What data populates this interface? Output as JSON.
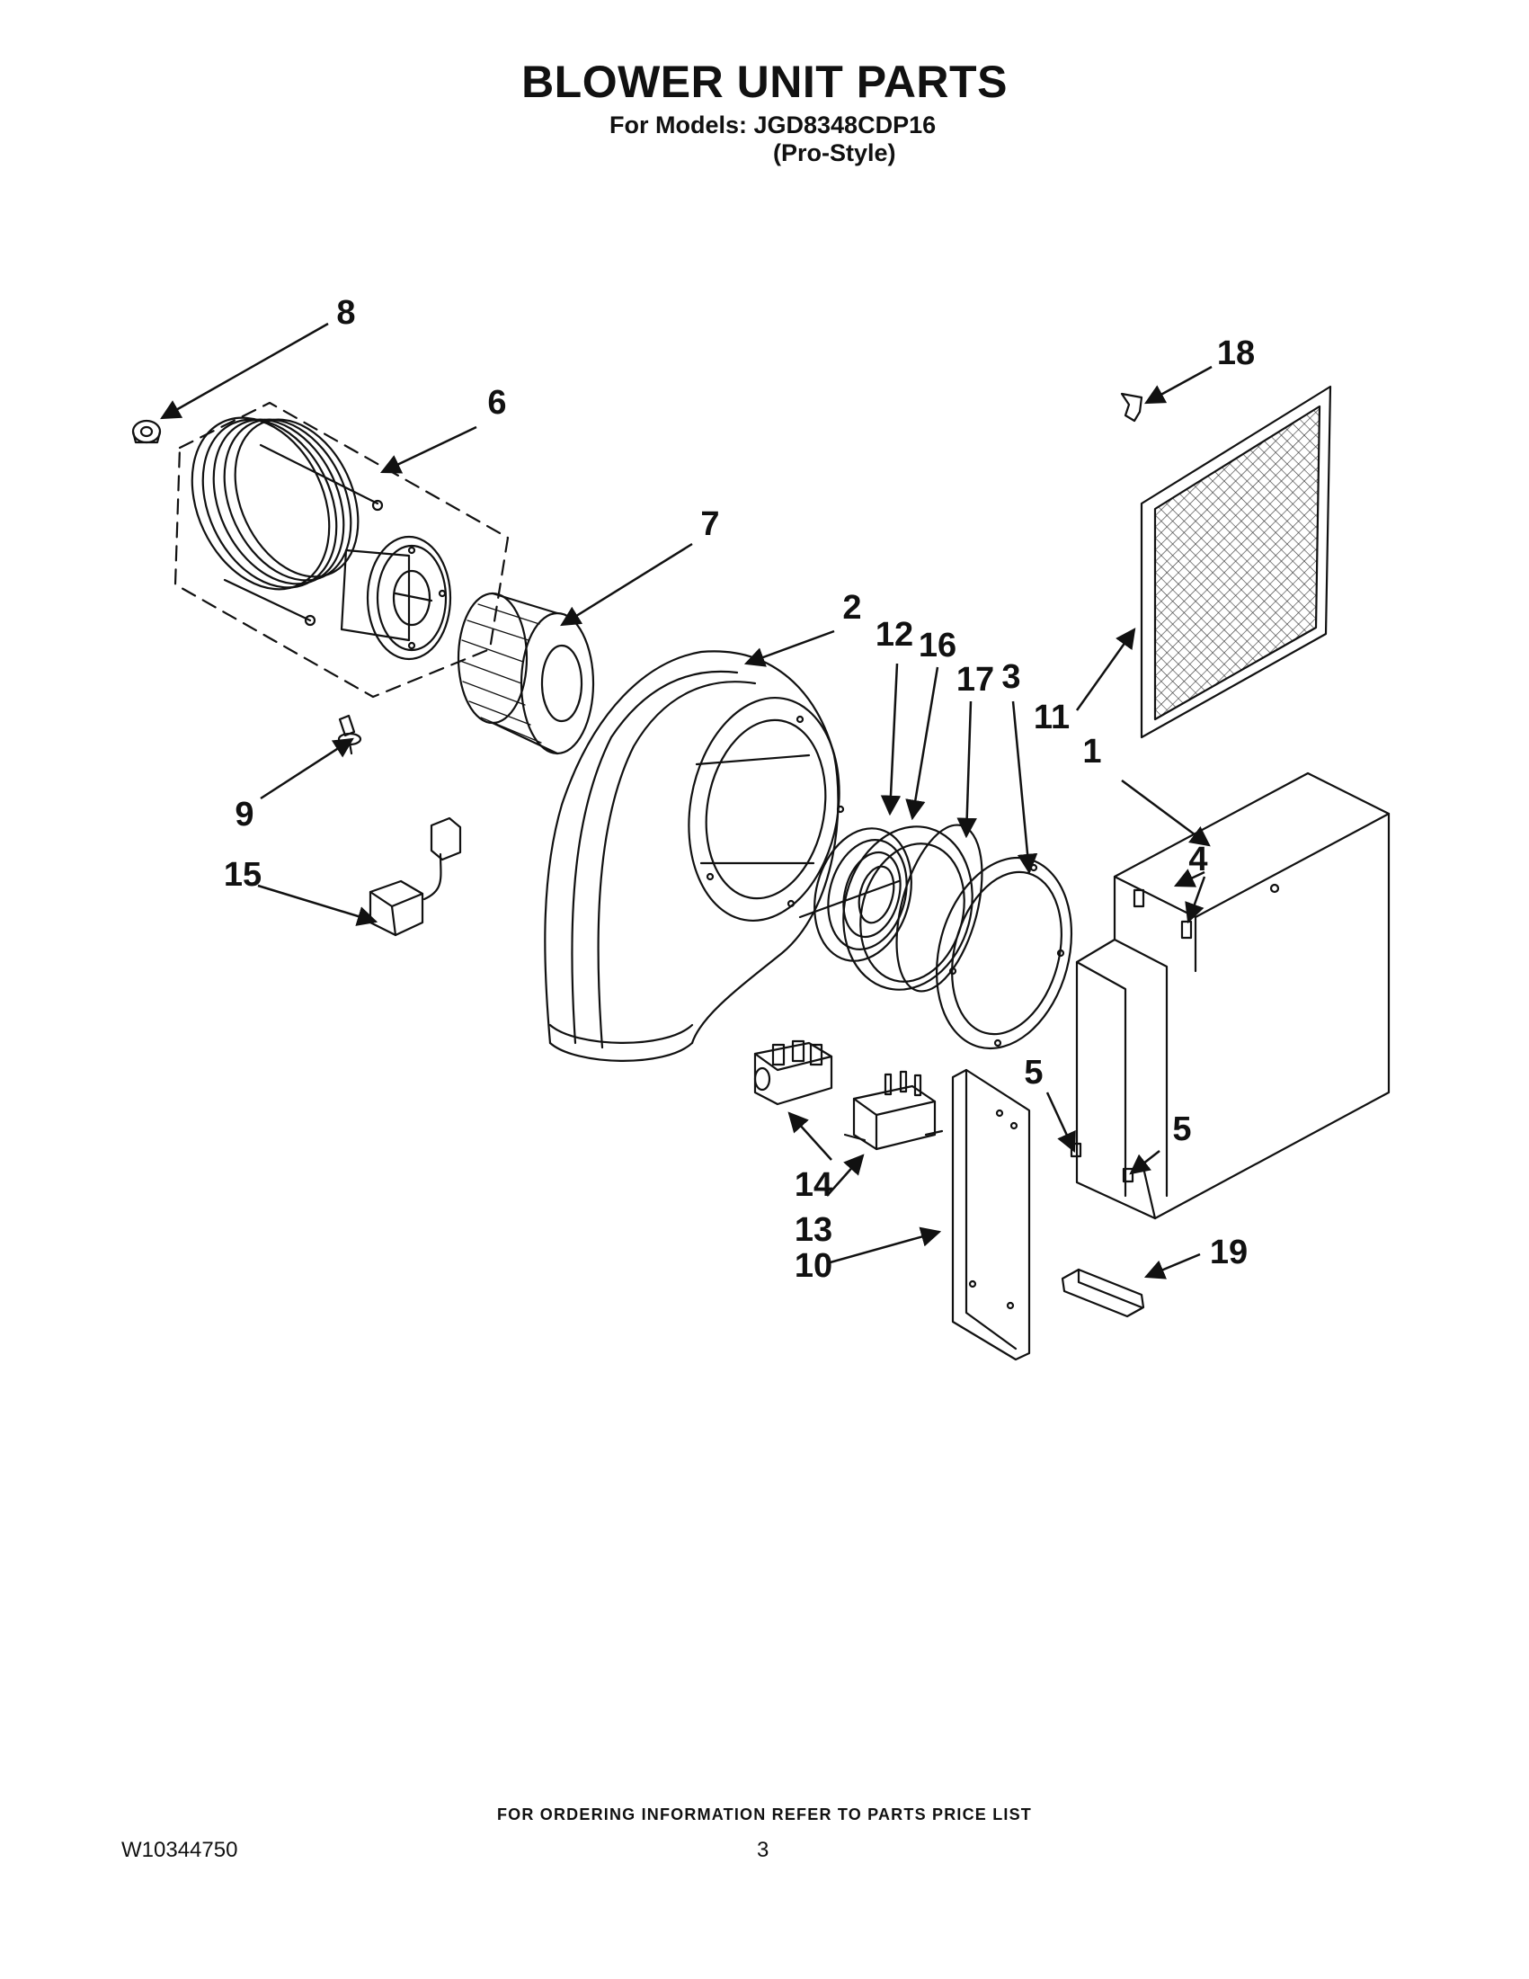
{
  "header": {
    "title": "BLOWER UNIT PARTS",
    "models_line": "For Models: JGD8348CDP16",
    "style_line": "(Pro-Style)"
  },
  "callouts": [
    "1",
    "2",
    "3",
    "4",
    "5",
    "5",
    "6",
    "7",
    "8",
    "9",
    "10",
    "11",
    "12",
    "13",
    "14",
    "15",
    "16",
    "17",
    "18",
    "19"
  ],
  "footer": {
    "ordering_note": "FOR ORDERING INFORMATION REFER TO PARTS PRICE LIST",
    "document_number": "W10344750",
    "page_number": "3"
  }
}
